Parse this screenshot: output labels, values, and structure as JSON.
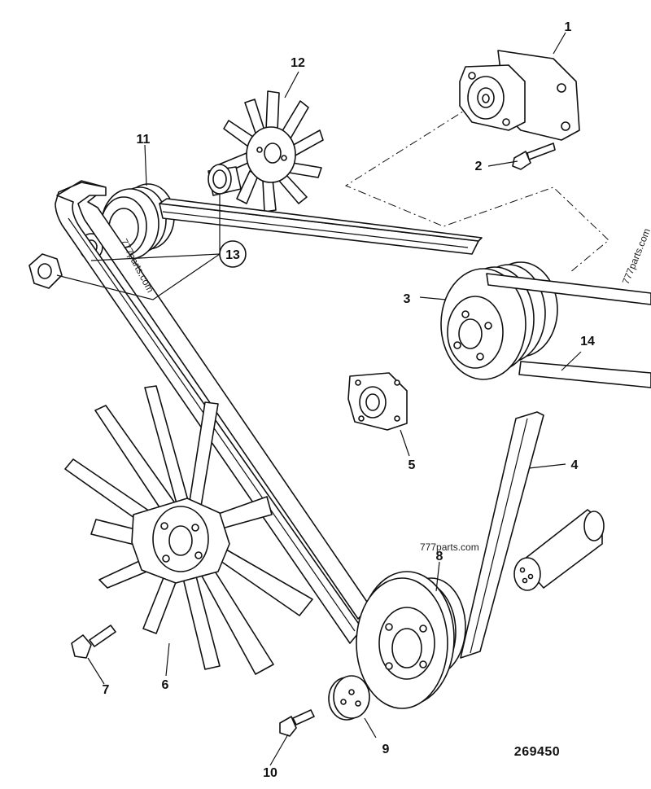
{
  "figure_number": "269450",
  "watermarks": [
    "777parts.com",
    "777parts.com",
    "777parts.com"
  ],
  "callouts": [
    "1",
    "2",
    "3",
    "4",
    "5",
    "6",
    "7",
    "8",
    "9",
    "10",
    "11",
    "12",
    "13",
    "14"
  ]
}
